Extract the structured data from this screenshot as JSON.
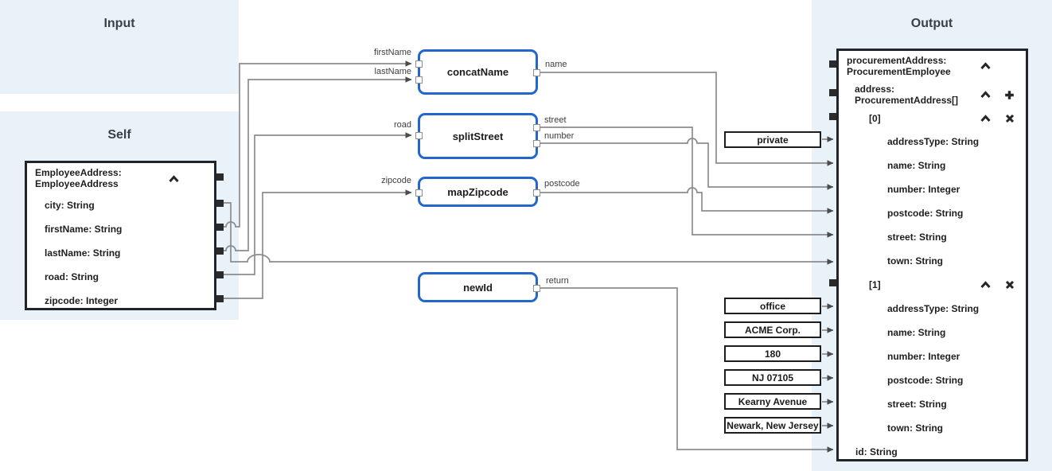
{
  "panels": {
    "input": {
      "title": "Input"
    },
    "self": {
      "title": "Self"
    },
    "output": {
      "title": "Output"
    }
  },
  "self_box": {
    "title_line1": "EmployeeAddress:",
    "title_line2": "EmployeeAddress",
    "collapse_icon": "chevron-up",
    "fields": [
      {
        "label": "city: String"
      },
      {
        "label": "firstName: String"
      },
      {
        "label": "lastName: String"
      },
      {
        "label": "road: String"
      },
      {
        "label": "zipcode: Integer"
      }
    ]
  },
  "functions": [
    {
      "name": "concatName",
      "inputs": [
        "firstName",
        "lastName"
      ],
      "outputs": [
        "name"
      ]
    },
    {
      "name": "splitStreet",
      "inputs": [
        "road"
      ],
      "outputs": [
        "street",
        "number"
      ]
    },
    {
      "name": "mapZipcode",
      "inputs": [
        "zipcode"
      ],
      "outputs": [
        "postcode"
      ]
    },
    {
      "name": "newId",
      "inputs": [],
      "outputs": [
        "return"
      ]
    }
  ],
  "constants": [
    {
      "value": "private"
    },
    {
      "value": "office"
    },
    {
      "value": "ACME Corp."
    },
    {
      "value": "180"
    },
    {
      "value": "NJ 07105"
    },
    {
      "value": "Kearny Avenue"
    },
    {
      "value": "Newark, New Jersey"
    }
  ],
  "output_box": {
    "root_line1": "procurementAddress:",
    "root_line2": "ProcurementEmployee",
    "address_line1": "address:",
    "address_line2": "ProcurementAddress[]",
    "items": [
      {
        "index": "[0]",
        "fields": [
          {
            "label": "addressType: String"
          },
          {
            "label": "name: String"
          },
          {
            "label": "number: Integer"
          },
          {
            "label": "postcode: String"
          },
          {
            "label": "street: String"
          },
          {
            "label": "town: String"
          }
        ]
      },
      {
        "index": "[1]",
        "fields": [
          {
            "label": "addressType: String"
          },
          {
            "label": "name: String"
          },
          {
            "label": "number: Integer"
          },
          {
            "label": "postcode: String"
          },
          {
            "label": "street: String"
          },
          {
            "label": "town: String"
          }
        ]
      }
    ],
    "id_field": "id: String"
  },
  "mappings": [
    {
      "from": "Self.firstName",
      "to": "concatName.firstName"
    },
    {
      "from": "Self.lastName",
      "to": "concatName.lastName"
    },
    {
      "from": "Self.road",
      "to": "splitStreet.road"
    },
    {
      "from": "Self.zipcode",
      "to": "mapZipcode.zipcode"
    },
    {
      "from": "Self.city",
      "to": "address[0].town"
    },
    {
      "from": "concatName.name",
      "to": "address[0].name"
    },
    {
      "from": "splitStreet.street",
      "to": "address[0].street"
    },
    {
      "from": "splitStreet.number",
      "to": "address[0].number"
    },
    {
      "from": "mapZipcode.postcode",
      "to": "address[0].postcode"
    },
    {
      "from": "newId.return",
      "to": "id"
    },
    {
      "from": "constant:private",
      "to": "address[0].addressType"
    },
    {
      "from": "constant:office",
      "to": "address[1].addressType"
    },
    {
      "from": "constant:ACME Corp.",
      "to": "address[1].name"
    },
    {
      "from": "constant:180",
      "to": "address[1].number"
    },
    {
      "from": "constant:NJ 07105",
      "to": "address[1].postcode"
    },
    {
      "from": "constant:Kearny Avenue",
      "to": "address[1].street"
    },
    {
      "from": "constant:Newark, New Jersey",
      "to": "address[1].town"
    }
  ],
  "colors": {
    "panel_bg": "#e9f2f9",
    "function_border": "#2467cc",
    "box_border": "#212529",
    "connector": "#8c8c8c",
    "arrow": "#4b4b4b",
    "text": "#1e1e1e"
  }
}
